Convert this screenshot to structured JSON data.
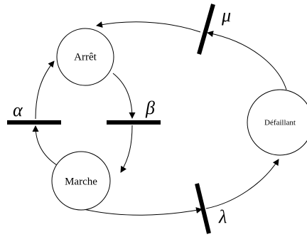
{
  "states": {
    "stop": "Arrêt",
    "run": "Marche",
    "failed": "Défaillant"
  },
  "transitions": {
    "alpha": "α",
    "beta": "β",
    "lambda": "λ",
    "mu": "μ"
  },
  "colors": {
    "stroke": "#000000",
    "background": "#ffffff"
  }
}
